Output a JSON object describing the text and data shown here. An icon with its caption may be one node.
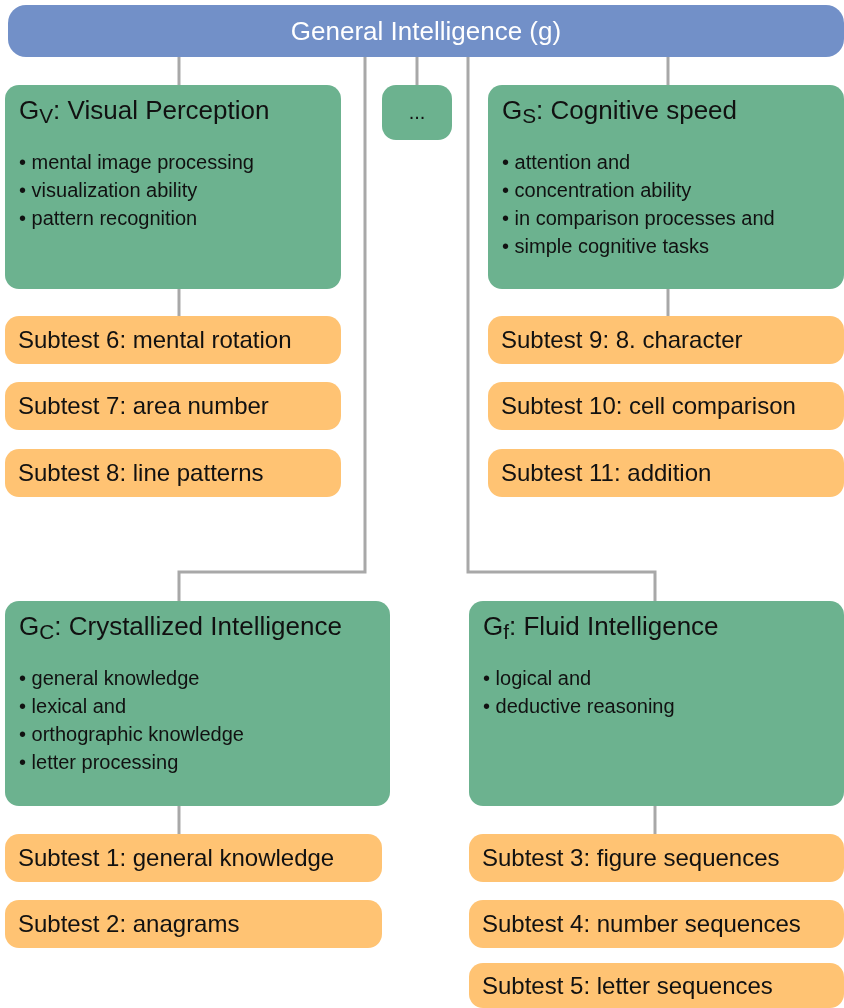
{
  "diagram": {
    "nodes": [
      {
        "text": [
          "General Intelligence (g)"
        ]
      },
      {
        "text": [
          "G$_{V}$: Visual Perception",
          "• mental image processing",
          "• visualization ability",
          "• pattern recognition"
        ]
      },
      {
        "text": [
          "..."
        ]
      },
      {
        "text": [
          "G$_{S}$: Cognitive speed",
          "• attention and",
          "• concentration ability",
          "• in comparison processes and",
          "• simple cognitive tasks"
        ]
      },
      {
        "text": [
          "Subtest 6: mental rotation"
        ]
      },
      {
        "text": [
          "Subtest 7: area number"
        ]
      },
      {
        "text": [
          "Subtest 8: line patterns"
        ]
      },
      {
        "text": [
          "Subtest 9: 8. character"
        ]
      },
      {
        "text": [
          "Subtest 10: cell comparison"
        ]
      },
      {
        "text": [
          "Subtest 11: addition"
        ]
      },
      {
        "text": [
          "G$_{C}$: Crystallized Intelligence",
          "• general knowledge",
          "• lexical and",
          "• orthographic knowledge",
          "• letter processing"
        ]
      },
      {
        "text": [
          "G$_{f}$: Fluid Intelligence",
          "• logical and",
          "• deductive reasoning"
        ]
      },
      {
        "text": [
          "Subtest 1: general knowledge"
        ]
      },
      {
        "text": [
          "Subtest 2: anagrams"
        ]
      },
      {
        "text": [
          "Subtest 3: figure sequences"
        ]
      },
      {
        "text": [
          "Subtest 4: number sequences"
        ]
      },
      {
        "text": [
          "Subtest 5: letter sequences"
        ]
      }
    ],
    "edges": [
      {
        "from": 0,
        "to": 1,
        "arrow": "none"
      },
      {
        "from": 0,
        "to": 2,
        "arrow": "none"
      },
      {
        "from": 0,
        "to": 3,
        "arrow": "none"
      },
      {
        "from": 0,
        "to": 10,
        "arrow": "none"
      },
      {
        "from": 0,
        "to": 11,
        "arrow": "none"
      },
      {
        "from": 1,
        "to": 4,
        "arrow": "none"
      },
      {
        "from": 3,
        "to": 7,
        "arrow": "none"
      },
      {
        "from": 10,
        "to": 12,
        "arrow": "none"
      },
      {
        "from": 11,
        "to": 14,
        "arrow": "none"
      }
    ]
  }
}
